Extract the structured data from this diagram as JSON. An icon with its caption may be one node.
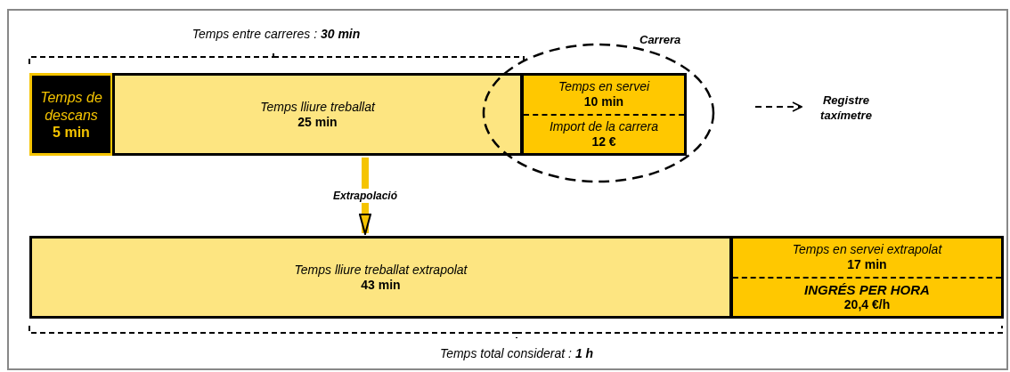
{
  "diagram": {
    "nodes": [
      {
        "text": [
          "Temps de descans",
          "5 min"
        ]
      },
      {
        "text": [
          "Temps lliure treballat",
          "25 min"
        ]
      },
      {
        "text": [
          "Carrera"
        ]
      },
      {
        "text": [
          "Temps en servei",
          "10 min",
          "Import de la carrera",
          "12 €"
        ],
        "in": 2
      },
      {
        "text": [
          "Registre taxímetre"
        ]
      },
      {
        "text": [
          "Temps lliure treballat extrapolat",
          "43 min"
        ]
      },
      {
        "text": [
          "Temps en servei extrapolat",
          "17 min",
          "INGRÉS PER HORA",
          "20,4 €/h"
        ]
      }
    ],
    "edges": [
      {
        "from": 1,
        "to": 5,
        "arrow": "to",
        "label": "Extrapolació",
        "style": "thick",
        "color": "#f5c400"
      },
      {
        "from": 2,
        "to": 4,
        "arrow": "to",
        "style": "dashed",
        "color": "#000000"
      }
    ],
    "labels": [
      "Temps entre carreres : **30 min**",
      "Temps total considerat : **1 h**"
    ]
  }
}
